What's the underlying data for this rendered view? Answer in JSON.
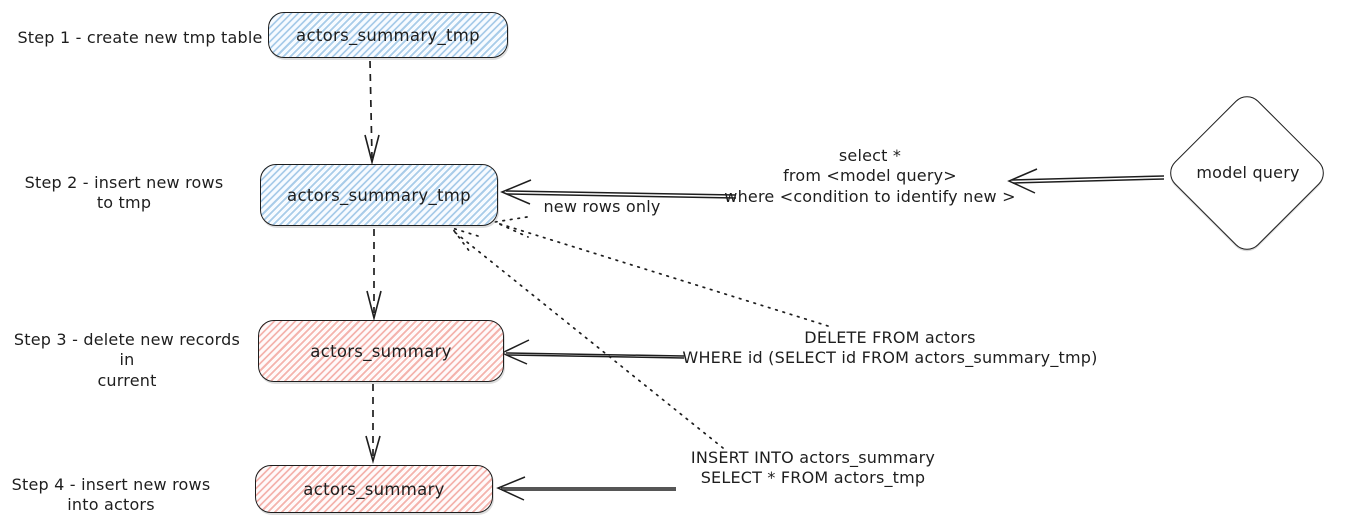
{
  "diagram": {
    "steps": [
      {
        "label": "Step 1 - create new tmp table",
        "box_label": "actors_summary_tmp",
        "box_type": "tmp"
      },
      {
        "label": "Step 2 - insert new rows\nto tmp",
        "box_label": "actors_summary_tmp",
        "box_type": "tmp"
      },
      {
        "label": "Step 3 - delete new records in\ncurrent",
        "box_label": "actors_summary",
        "box_type": "current"
      },
      {
        "label": "Step 4 - insert new rows\ninto actors",
        "box_label": "actors_summary",
        "box_type": "current"
      }
    ],
    "annotations": {
      "model_query_sql": "select *\nfrom <model query>\nwhere <condition to identify new >",
      "new_rows_only": "new rows only",
      "delete_sql": "DELETE FROM actors\nWHERE id (SELECT id FROM actors_summary_tmp)",
      "insert_sql": "INSERT INTO actors_summary\nSELECT * FROM actors_tmp"
    },
    "nodes": {
      "model_query": "model query"
    },
    "colors": {
      "tmp_table_hatch": "#a9cce9",
      "current_table_hatch": "#f4b4ae",
      "stroke": "#1e1e1e",
      "background": "#ffffff"
    }
  }
}
